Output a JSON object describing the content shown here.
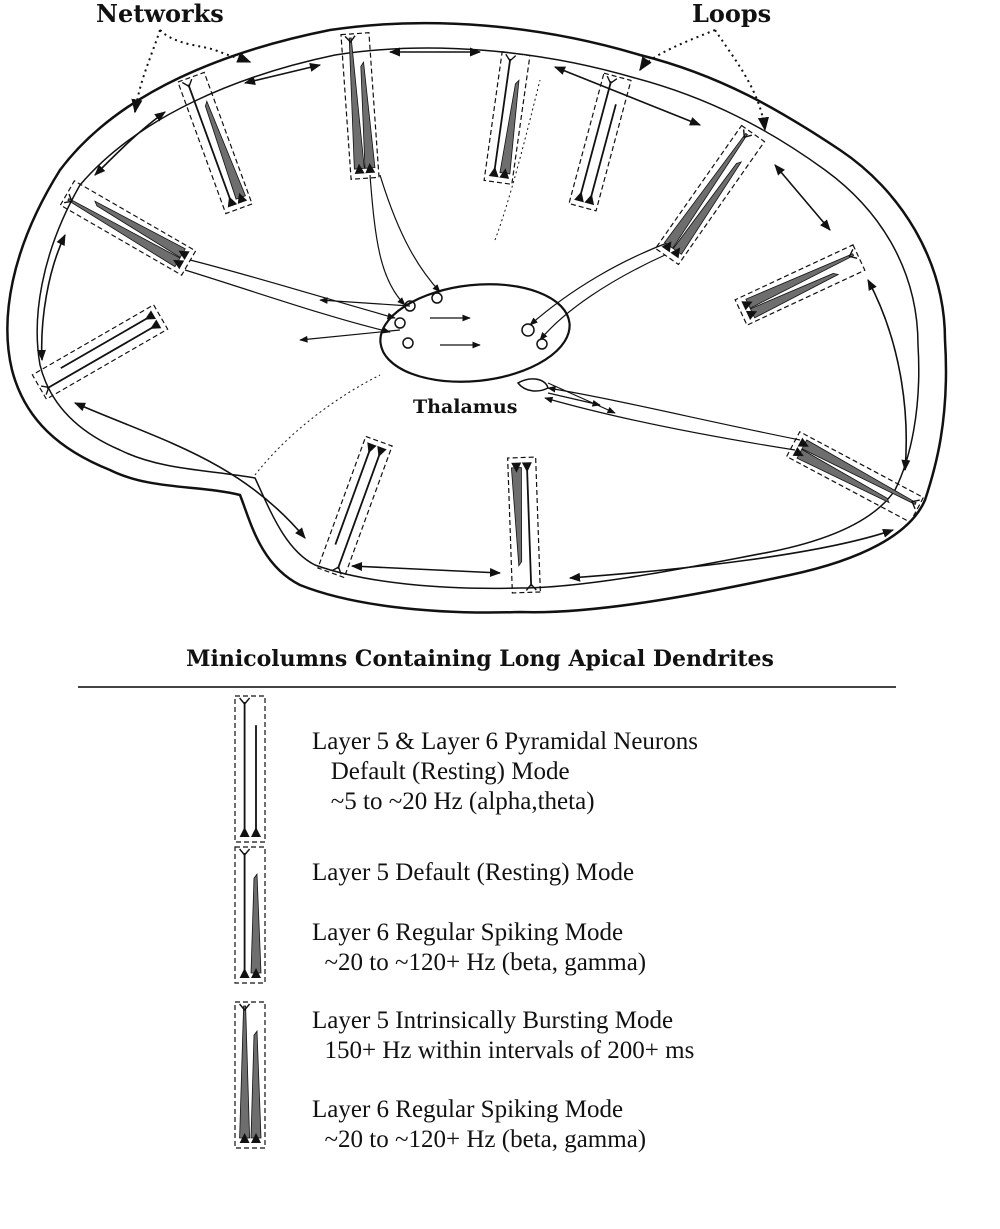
{
  "labels": {
    "networks": "Networks",
    "loops": "Loops",
    "thalamus": "Thalamus"
  },
  "legend": {
    "title": "Minicolumns Containing Long Apical Dendrites",
    "items": [
      {
        "mode": "both-thin",
        "lines": [
          "Layer 5 & Layer 6 Pyramidal Neurons",
          "   Default (Resting) Mode",
          "   ~5 to ~20 Hz (alpha,theta)"
        ]
      },
      {
        "mode": "layer6-thick",
        "lines": [
          "Layer 5 Default (Resting) Mode",
          "Layer 6 Regular Spiking Mode",
          "  ~20 to ~120+ Hz (beta, gamma)"
        ]
      },
      {
        "mode": "both-thick",
        "lines": [
          "Layer 5 Intrinsically Bursting Mode",
          "  150+ Hz within intervals of 200+ ms",
          "Layer 6 Regular Spiking Mode",
          "  ~20 to ~120+ Hz (beta, gamma)"
        ]
      }
    ]
  },
  "colors": {
    "ink": "#111111",
    "dendrite_fill": "#6e6e6e"
  }
}
